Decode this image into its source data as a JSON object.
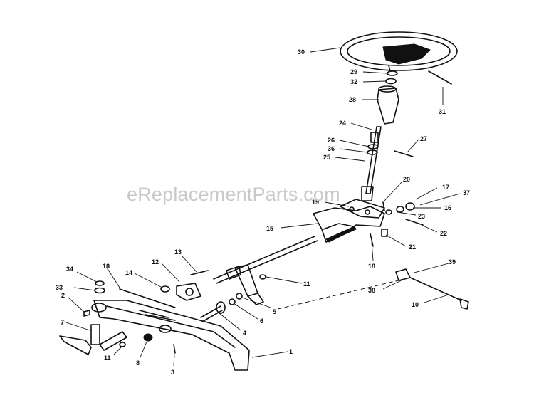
{
  "watermark": "eReplacementParts.com",
  "callouts": [
    {
      "id": "c30",
      "text": "30"
    },
    {
      "id": "c29",
      "text": "29"
    },
    {
      "id": "c32",
      "text": "32"
    },
    {
      "id": "c28",
      "text": "28"
    },
    {
      "id": "c31",
      "text": "31"
    },
    {
      "id": "c24",
      "text": "24"
    },
    {
      "id": "c26",
      "text": "26"
    },
    {
      "id": "c36",
      "text": "36"
    },
    {
      "id": "c25",
      "text": "25"
    },
    {
      "id": "c27",
      "text": "27"
    },
    {
      "id": "c20",
      "text": "20"
    },
    {
      "id": "c17",
      "text": "17"
    },
    {
      "id": "c37",
      "text": "37"
    },
    {
      "id": "c19",
      "text": "19"
    },
    {
      "id": "c16",
      "text": "16"
    },
    {
      "id": "c23",
      "text": "23"
    },
    {
      "id": "c15",
      "text": "15"
    },
    {
      "id": "c22",
      "text": "22"
    },
    {
      "id": "c21",
      "text": "21"
    },
    {
      "id": "c18a",
      "text": "18"
    },
    {
      "id": "c13",
      "text": "13"
    },
    {
      "id": "c12",
      "text": "12"
    },
    {
      "id": "c14",
      "text": "14"
    },
    {
      "id": "c18b",
      "text": "18"
    },
    {
      "id": "c34",
      "text": "34"
    },
    {
      "id": "c33",
      "text": "33"
    },
    {
      "id": "c2",
      "text": "2"
    },
    {
      "id": "c11a",
      "text": "11"
    },
    {
      "id": "c39",
      "text": "39"
    },
    {
      "id": "c38",
      "text": "38"
    },
    {
      "id": "c10",
      "text": "10"
    },
    {
      "id": "c5",
      "text": "5"
    },
    {
      "id": "c6",
      "text": "6"
    },
    {
      "id": "c4",
      "text": "4"
    },
    {
      "id": "c7",
      "text": "7"
    },
    {
      "id": "c1",
      "text": "1"
    },
    {
      "id": "c11b",
      "text": "11"
    },
    {
      "id": "c8",
      "text": "8"
    },
    {
      "id": "c3",
      "text": "3"
    }
  ]
}
